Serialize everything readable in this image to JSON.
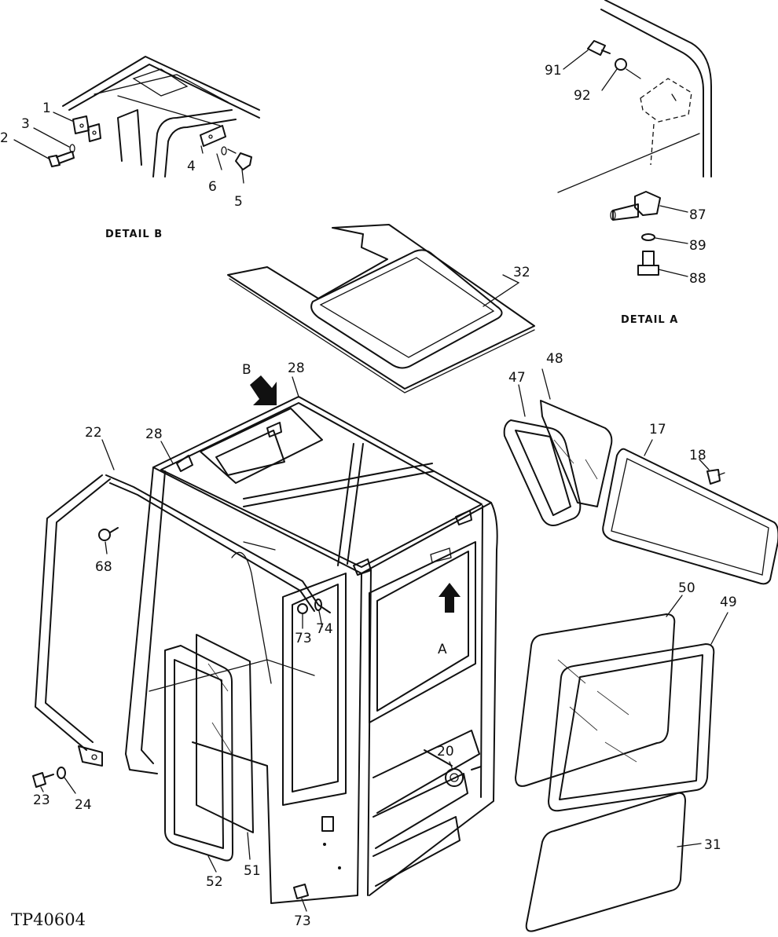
{
  "figure_id": "TP40604",
  "detail_labels": {
    "detail_a": "DETAIL A",
    "detail_b": "DETAIL B"
  },
  "view_markers": {
    "arrow_a": "A",
    "arrow_b": "B"
  },
  "callouts": {
    "c1": "1",
    "c2": "2",
    "c3": "3",
    "c4": "4",
    "c5": "5",
    "c6": "6",
    "c17": "17",
    "c18": "18",
    "c20": "20",
    "c22": "22",
    "c23": "23",
    "c24": "24",
    "c28a": "28",
    "c28b": "28",
    "c31": "31",
    "c32": "32",
    "c47": "47",
    "c48": "48",
    "c49": "49",
    "c50": "50",
    "c51": "51",
    "c52": "52",
    "c68": "68",
    "c73a": "73",
    "c73b": "73",
    "c74": "74",
    "c87": "87",
    "c88": "88",
    "c89": "89",
    "c91": "91",
    "c92": "92"
  },
  "colors": {
    "ink": "#111111",
    "paper": "#ffffff"
  }
}
